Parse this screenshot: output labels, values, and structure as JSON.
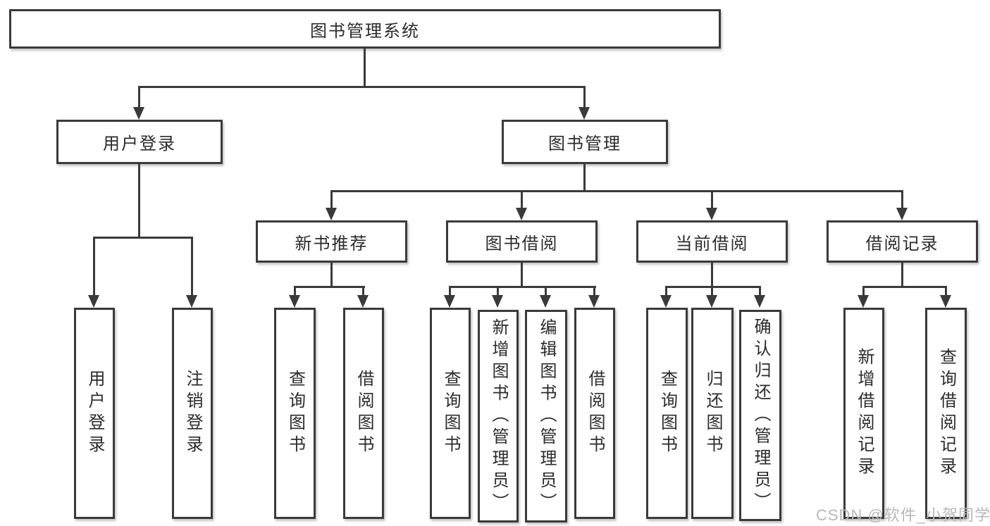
{
  "colors": {
    "line": "#3a3a3a",
    "text": "#2b2b2b",
    "watermark": "#b8b8b8",
    "background": "#ffffff"
  },
  "tree": {
    "root": {
      "label": "图书管理系统"
    },
    "branches": [
      {
        "label": "用户登录",
        "children": [
          {
            "label": "用户登录"
          },
          {
            "label": "注销登录"
          }
        ]
      },
      {
        "label": "图书管理",
        "groups": [
          {
            "label": "新书推荐",
            "children": [
              {
                "label": "查询图书"
              },
              {
                "label": "借阅图书"
              }
            ]
          },
          {
            "label": "图书借阅",
            "children": [
              {
                "label": "查询图书"
              },
              {
                "label": "新增图书（管理员）"
              },
              {
                "label": "编辑图书（管理员）"
              },
              {
                "label": "借阅图书"
              }
            ]
          },
          {
            "label": "当前借阅",
            "children": [
              {
                "label": "查询图书"
              },
              {
                "label": "归还图书"
              },
              {
                "label": "确认归还（管理员）"
              }
            ]
          },
          {
            "label": "借阅记录",
            "children": [
              {
                "label": "新增借阅记录"
              },
              {
                "label": "查询借阅记录"
              }
            ]
          }
        ]
      }
    ]
  },
  "watermark": "CSDN @软件_小贺同学"
}
